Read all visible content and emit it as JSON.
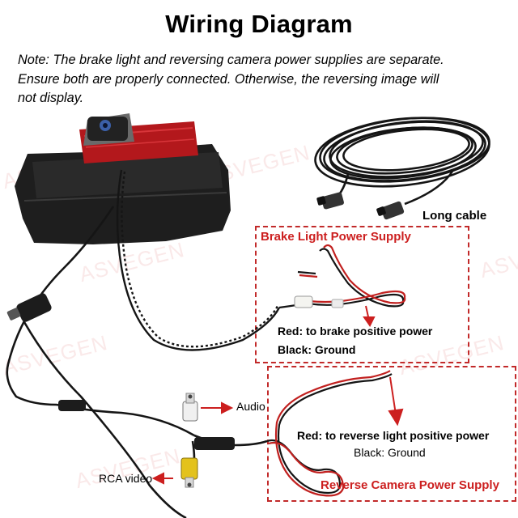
{
  "title": "Wiring Diagram",
  "note": {
    "line1": "Note: The brake light and reversing camera power supplies are separate.",
    "line2": "Ensure both are properly connected. Otherwise, the reversing image will",
    "line3": "not display."
  },
  "labels": {
    "long_cable": "Long cable",
    "brake_box_title": "Brake Light Power Supply",
    "brake_red": "Red: to brake positive power",
    "brake_black": "Black: Ground",
    "reverse_red": "Red: to reverse light positive power",
    "reverse_black": "Black: Ground",
    "reverse_box_title": "Reverse Camera Power Supply",
    "audio": "Audio",
    "rca_video": "RCA video"
  },
  "watermark": "ASVEGEN",
  "colors": {
    "accent_red": "#cc1f1f",
    "box_border": "#c22a2a",
    "cable": "#151515",
    "housing": "#1e1e1e",
    "brake_lens": "#b3181c",
    "rca_yellow": "#e3c21b",
    "rca_white": "#f0f0f0"
  }
}
